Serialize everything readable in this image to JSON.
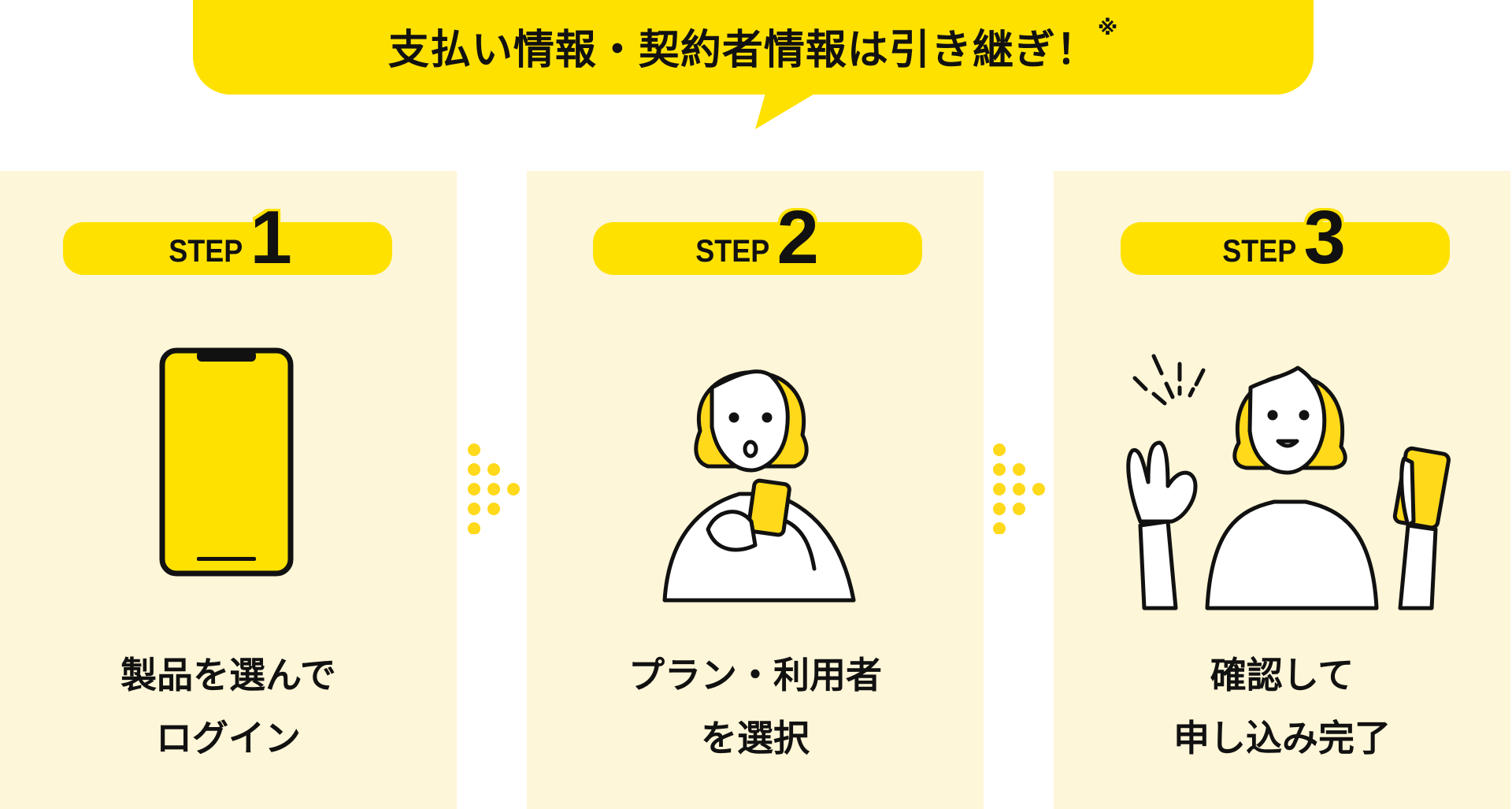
{
  "banner": {
    "text": "支払い情報・契約者情報は引き継ぎ！",
    "note_mark": "※"
  },
  "steps": [
    {
      "word": "STEP",
      "number": "1",
      "line1": "製品を選んで",
      "line2": "ログイン",
      "illustration": "smartphone-icon"
    },
    {
      "word": "STEP",
      "number": "2",
      "line1": "プラン・利用者",
      "line2": "を選択",
      "illustration": "woman-using-phone"
    },
    {
      "word": "STEP",
      "number": "3",
      "line1": "確認して",
      "line2": "申し込み完了",
      "illustration": "woman-ok-sign-phone"
    }
  ],
  "colors": {
    "accent": "#ffe100",
    "panel": "#fef6d8",
    "text": "#111111"
  }
}
